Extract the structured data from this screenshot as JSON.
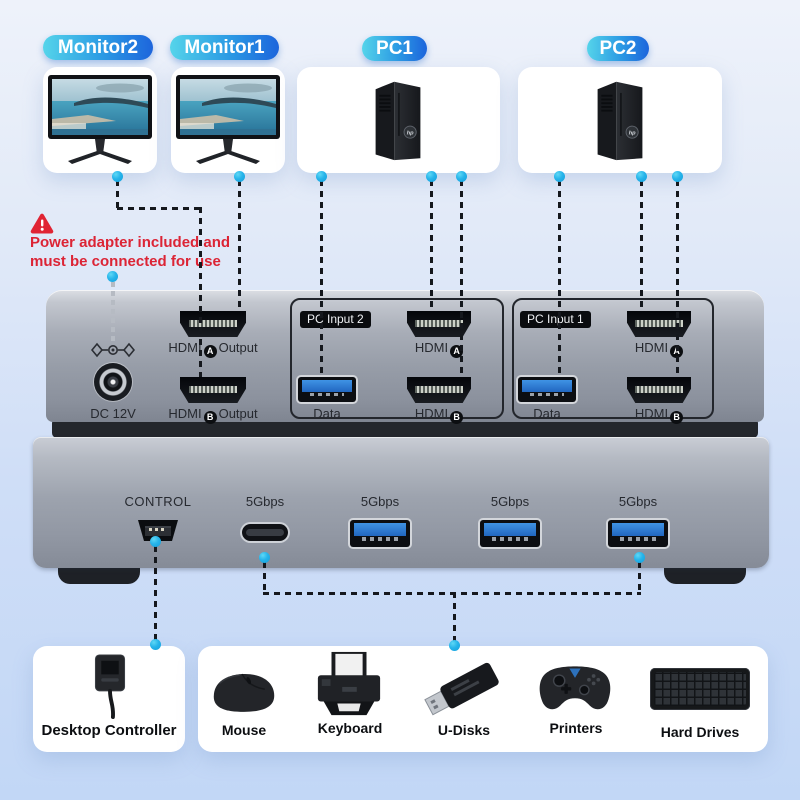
{
  "top_row": {
    "monitor2": {
      "badge": "Monitor2"
    },
    "monitor1": {
      "badge": "Monitor1"
    },
    "pc1": {
      "badge": "PC1"
    },
    "pc2": {
      "badge": "PC2"
    }
  },
  "warning": {
    "line1": "Power adapter included and",
    "line2": "must be connected for use"
  },
  "switch_panel": {
    "dc_label": "DC 12V",
    "outputs": {
      "a": {
        "name": "HDMI",
        "letter": "A",
        "suffix": "Output"
      },
      "b": {
        "name": "HDMI",
        "letter": "B",
        "suffix": "Output"
      }
    },
    "pc_input_2": {
      "title": "PC Input 2",
      "data_label": "Data",
      "hdmi_a": {
        "name": "HDMI",
        "letter": "A"
      },
      "hdmi_b": {
        "name": "HDMI",
        "letter": "B"
      }
    },
    "pc_input_1": {
      "title": "PC Input 1",
      "data_label": "Data",
      "hdmi_a": {
        "name": "HDMI",
        "letter": "A"
      },
      "hdmi_b": {
        "name": "HDMI",
        "letter": "B"
      }
    }
  },
  "hub_panel": {
    "control_label": "CONTROL",
    "usb_c_speed": "5Gbps",
    "usb_a_speeds": [
      "5Gbps",
      "5Gbps",
      "5Gbps"
    ]
  },
  "peripherals": {
    "controller": {
      "label": "Desktop Controller",
      "icon": "wired-remote-icon"
    },
    "items": [
      {
        "label": "Mouse",
        "icon": "mouse-icon"
      },
      {
        "label": "Keyboard",
        "icon": "printer-icon"
      },
      {
        "label": "U-Disks",
        "icon": "usb-flash-drive-icon"
      },
      {
        "label": "Printers",
        "icon": "gamepad-icon"
      },
      {
        "label": "Hard Drives",
        "icon": "keyboard-icon"
      }
    ]
  },
  "pc_logo": "hp",
  "colors": {
    "background_top": "#eef2fa",
    "background_bottom": "#c2d7f6",
    "badge_gradient_start": "#55d4ea",
    "badge_gradient_end": "#1d65dc",
    "connector_dot": "#27b4ea",
    "dashed_line": "#15181d",
    "warning_red": "#dc2435",
    "usb_blue": "#2f7fd6",
    "device_metal": "#9aa0ab",
    "port_black": "#0c0e12"
  }
}
